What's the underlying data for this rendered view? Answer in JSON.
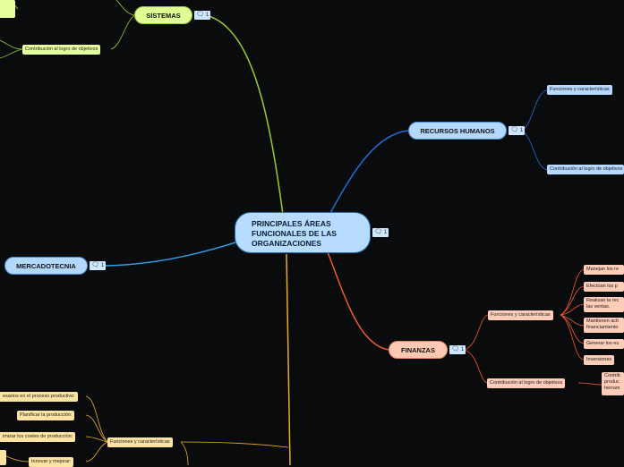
{
  "central": {
    "lines": [
      "PRINCIPALES ÁREAS",
      "FUNCIONALES DE LAS",
      "ORGANIZACIONES"
    ],
    "comment_count": "1"
  },
  "branches": {
    "sistemas": {
      "label": "SISTEMAS",
      "comment_count": "1",
      "color": "#9acd32",
      "children": {
        "c1": "Contribución al logro de objetivos"
      }
    },
    "rrhh": {
      "label": "RECURSOS HUMANOS",
      "comment_count": "1",
      "color": "#1e6fd9",
      "children": {
        "c1": "Funciones y características",
        "c2": "Contribución al logro de objetivos"
      }
    },
    "mercadotecnia": {
      "label": "MERCADOTECNIA",
      "comment_count": "1",
      "color": "#2aa0e8"
    },
    "finanzas": {
      "label": "FINANZAS",
      "comment_count": "1",
      "color": "#f05a28",
      "children": {
        "funciones": "Funciones y características",
        "contribucion": "Contribución al logro de objetivos",
        "items": [
          "Manejan los re",
          "Efectúan los p",
          "Realizan la rec\nlas ventas.",
          "Mantienen acti\nfinanciamiento",
          "Generar los es",
          "Inversiones"
        ],
        "contrib_item": "Contrib\nproduc\nherram"
      }
    },
    "produccion": {
      "color": "#e8b020",
      "children": {
        "funciones": "Funciones y características",
        "items": [
          "esarios en el proceso productivo:",
          "Planificar la producción:",
          "imizar los costes de producción:",
          "Innovar y mejorar:"
        ]
      }
    }
  },
  "colors": {
    "background": "#0a0b0c"
  }
}
